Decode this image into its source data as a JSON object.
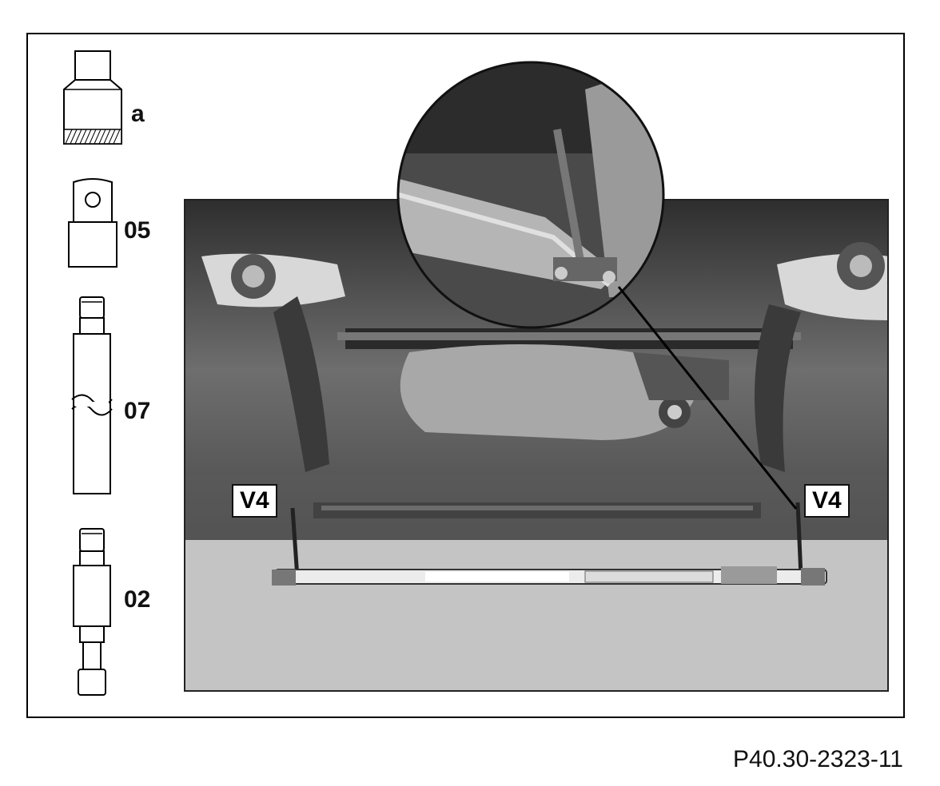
{
  "tools": [
    {
      "id": "a",
      "label": "a"
    },
    {
      "id": "05",
      "label": "05"
    },
    {
      "id": "07",
      "label": "07"
    },
    {
      "id": "02",
      "label": "02"
    }
  ],
  "callouts": {
    "left": "V4",
    "right": "V4"
  },
  "figure_code": "P40.30-2323-11",
  "colors": {
    "line": "#000000",
    "photo_dark": "#3a3a3a",
    "photo_mid": "#8a8a8a",
    "photo_light": "#e0e0e0",
    "floor": "#c4c4c4"
  }
}
